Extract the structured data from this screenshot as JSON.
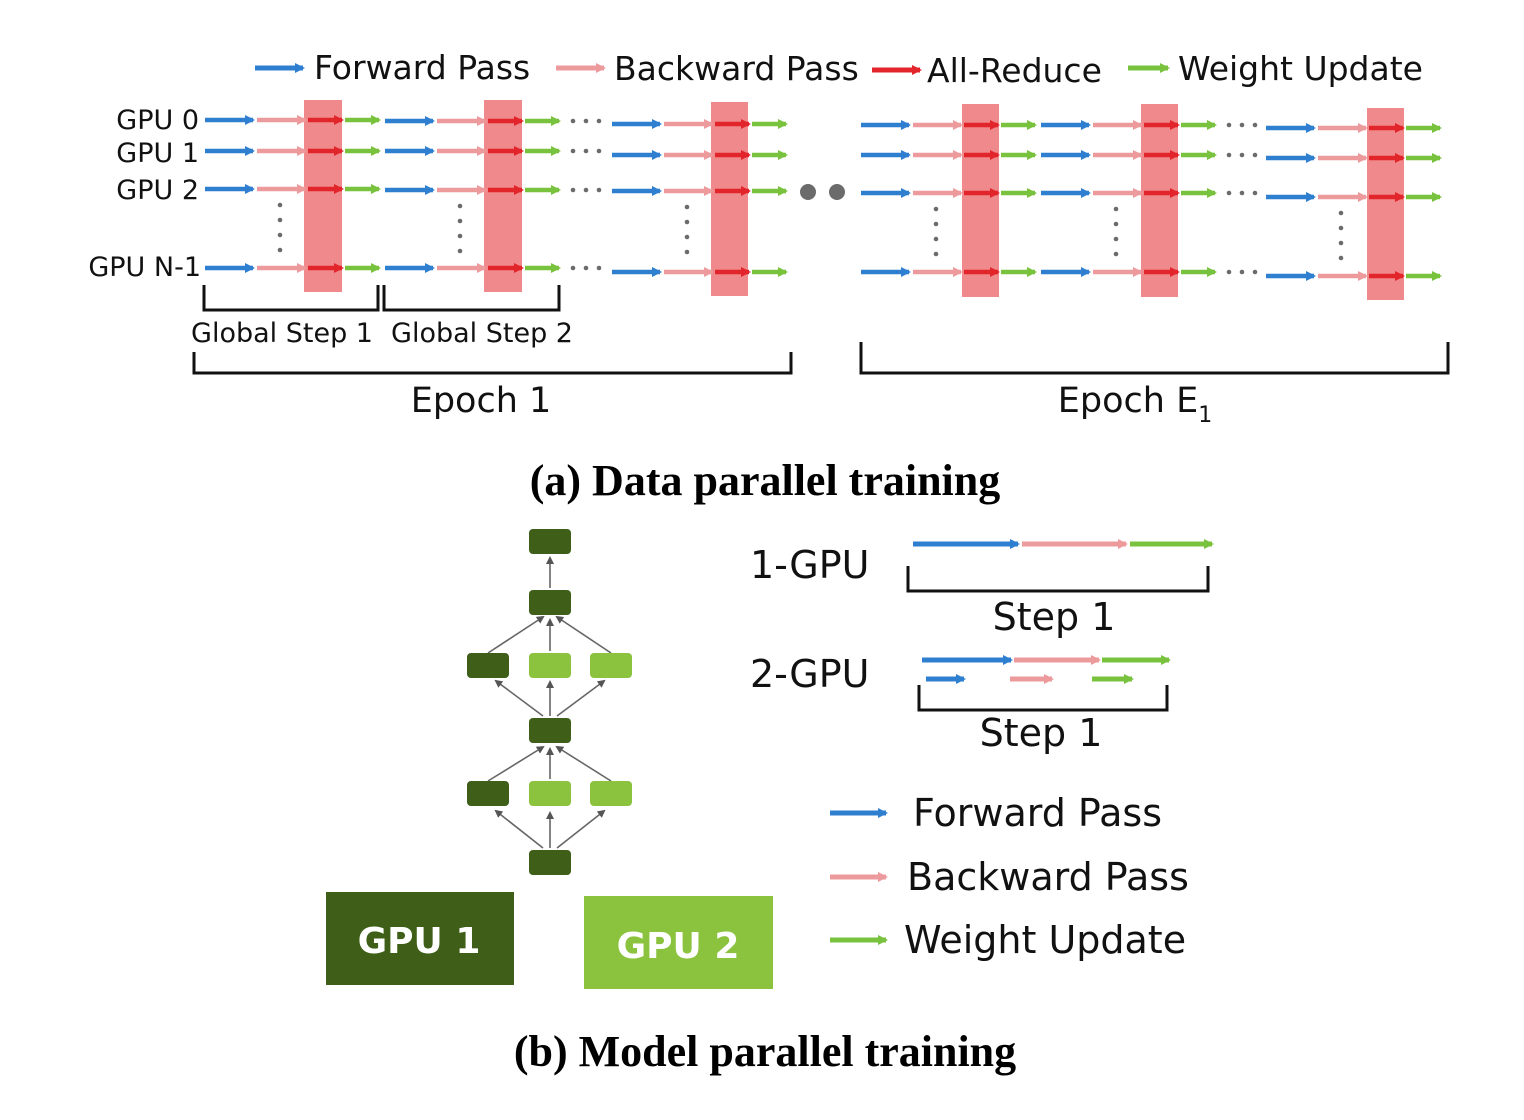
{
  "colors": {
    "forward": "#2f7fd0",
    "backward": "#ec9a9c",
    "allreduce": "#e2252b",
    "update": "#78c23d",
    "allreduce_band": "#f0898b",
    "gpu1": "#3f5f19",
    "gpu2": "#8bc33f",
    "dots": "#6b6b6b",
    "bracket": "#111111"
  },
  "data_parallel": {
    "legend": {
      "forward": "Forward Pass",
      "backward": "Backward Pass",
      "allreduce": "All-Reduce",
      "update": "Weight Update"
    },
    "gpu_labels": [
      "GPU 0",
      "GPU 1",
      "GPU 2",
      "GPU N-1"
    ],
    "step_labels": [
      "Global Step 1",
      "Global Step 2"
    ],
    "epoch_labels": [
      "Epoch 1",
      "Epoch E"
    ],
    "epoch_subscript": "1",
    "caption": "(a) Data parallel training"
  },
  "model_parallel": {
    "gpu_boxes": [
      "GPU 1",
      "GPU 2"
    ],
    "rows": [
      {
        "label": "1-GPU",
        "step": "Step 1"
      },
      {
        "label": "2-GPU",
        "step": "Step 1"
      }
    ],
    "legend": {
      "forward": "Forward Pass",
      "backward": "Backward Pass",
      "update": "Weight Update"
    },
    "caption": "(b) Model parallel training"
  }
}
